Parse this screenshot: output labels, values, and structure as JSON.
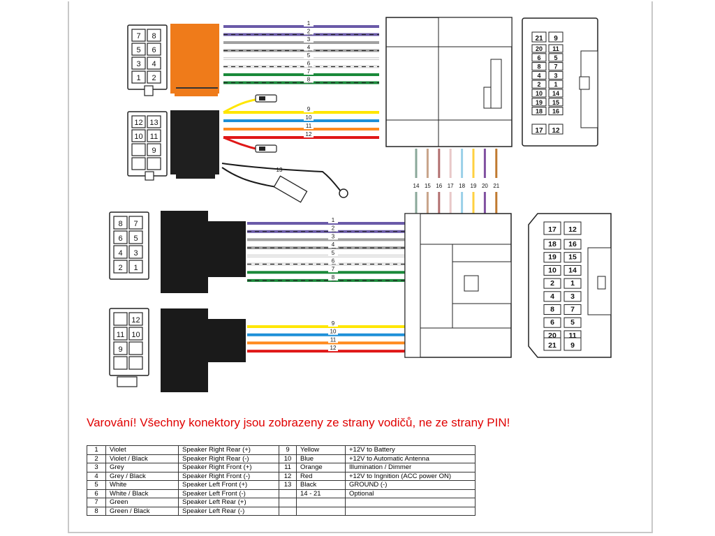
{
  "warning": "Varování! Všechny konektory jsou zobrazeny ze strany vodičů, ne ze strany PIN!",
  "colors": {
    "violet": "#6a5aa8",
    "violet_stripe": "#3a3a3a",
    "grey": "#a0a0a0",
    "white": "#e6e6e6",
    "green": "#1a8a3a",
    "yellow": "#ffe600",
    "blue": "#1e90d8",
    "orange": "#ff8a1e",
    "red": "#e01818",
    "black": "#1a1a1a",
    "iso_orange": "#ef7b1a"
  },
  "diagram": {
    "iso_top_pins": [
      "7",
      "8",
      "5",
      "6",
      "3",
      "4",
      "1",
      "2"
    ],
    "iso_bottom_pins": [
      "12",
      "13",
      "10",
      "11",
      "",
      "9",
      "",
      ""
    ],
    "iso_lower_top_pins": [
      "8",
      "7",
      "6",
      "5",
      "4",
      "3",
      "2",
      "1"
    ],
    "iso_lower_bottom_pins": [
      "",
      "12",
      "11",
      "10",
      "9",
      "",
      "",
      ""
    ],
    "speaker_wires": [
      "1",
      "2",
      "3",
      "4",
      "5",
      "6",
      "7",
      "8"
    ],
    "power_wires": [
      "9",
      "10",
      "11",
      "12"
    ],
    "ground_wire": "13",
    "extra_wires": [
      "14",
      "15",
      "16",
      "17",
      "18",
      "19",
      "20",
      "21"
    ],
    "car_connector_top_pins": [
      [
        "21",
        "9"
      ],
      [
        "20",
        "11"
      ],
      [
        "6",
        "5"
      ],
      [
        "8",
        "7"
      ],
      [
        "4",
        "3"
      ],
      [
        "2",
        "1"
      ],
      [
        "10",
        "14"
      ],
      [
        "19",
        "15"
      ],
      [
        "18",
        "16"
      ],
      [
        "17",
        "12"
      ]
    ],
    "car_connector_bottom_pins": [
      [
        "17",
        "12"
      ],
      [
        "18",
        "16"
      ],
      [
        "19",
        "15"
      ],
      [
        "10",
        "14"
      ],
      [
        "2",
        "1"
      ],
      [
        "4",
        "3"
      ],
      [
        "8",
        "7"
      ],
      [
        "6",
        "5"
      ],
      [
        "20",
        "11"
      ],
      [
        "21",
        "9"
      ]
    ]
  },
  "legend": [
    {
      "pin": "1",
      "color": "Violet",
      "function": "Speaker Right Rear (+)",
      "pin2": "9",
      "color2": "Yellow",
      "function2": "+12V to Battery"
    },
    {
      "pin": "2",
      "color": "Violet / Black",
      "function": "Speaker Right Rear (-)",
      "pin2": "10",
      "color2": "Blue",
      "function2": "+12V to Automatic Antenna"
    },
    {
      "pin": "3",
      "color": "Grey",
      "function": "Speaker Right Front (+)",
      "pin2": "11",
      "color2": "Orange",
      "function2": "Illumination / Dimmer"
    },
    {
      "pin": "4",
      "color": "Grey / Black",
      "function": "Speaker Right Front (-)",
      "pin2": "12",
      "color2": "Red",
      "function2": "+12V to Ingnition (ACC power ON)"
    },
    {
      "pin": "5",
      "color": "White",
      "function": "Speaker Left Front (+)",
      "pin2": "13",
      "color2": "Black",
      "function2": "GROUND (-)"
    },
    {
      "pin": "6",
      "color": "White / Black",
      "function": "Speaker Left Front (-)",
      "pin2": "",
      "color2": "14 - 21",
      "function2": "Optional"
    },
    {
      "pin": "7",
      "color": "Green",
      "function": "Speaker Left Rear (+)",
      "pin2": "",
      "color2": "",
      "function2": ""
    },
    {
      "pin": "8",
      "color": "Green / Black",
      "function": "Speaker Left Rear (-)",
      "pin2": "",
      "color2": "",
      "function2": ""
    }
  ]
}
